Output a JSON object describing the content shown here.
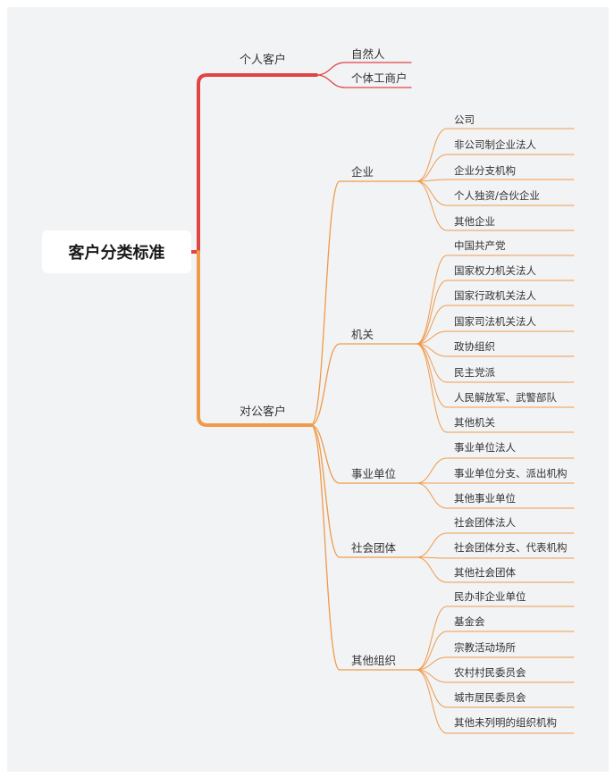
{
  "colors": {
    "red": "#e04545",
    "orange": "#f09a4a",
    "background": "#f2f3f5",
    "root_bg": "#ffffff"
  },
  "mindmap": {
    "root": "客户分类标准",
    "branches": [
      {
        "label": "个人客户",
        "color": "#e04545",
        "children": [
          {
            "label": "自然人"
          },
          {
            "label": "个体工商户"
          }
        ]
      },
      {
        "label": "对公客户",
        "color": "#f09a4a",
        "children": [
          {
            "label": "企业",
            "children": [
              "公司",
              "非公司制企业法人",
              "企业分支机构",
              "个人独资/合伙企业",
              "其他企业"
            ]
          },
          {
            "label": "机关",
            "children": [
              "中国共产党",
              "国家权力机关法人",
              "国家行政机关法人",
              "国家司法机关法人",
              "政协组织",
              "民主党派",
              "人民解放军、武警部队",
              "其他机关"
            ]
          },
          {
            "label": "事业单位",
            "children": [
              "事业单位法人",
              "事业单位分支、派出机构",
              "其他事业单位"
            ]
          },
          {
            "label": "社会团体",
            "children": [
              "社会团体法人",
              "社会团体分支、代表机构",
              "其他社会团体"
            ]
          },
          {
            "label": "其他组织",
            "children": [
              "民办非企业单位",
              "基金会",
              "宗教活动场所",
              "农村村民委员会",
              "城市居民委员会",
              "其他未列明的组织机构"
            ]
          }
        ]
      }
    ]
  }
}
